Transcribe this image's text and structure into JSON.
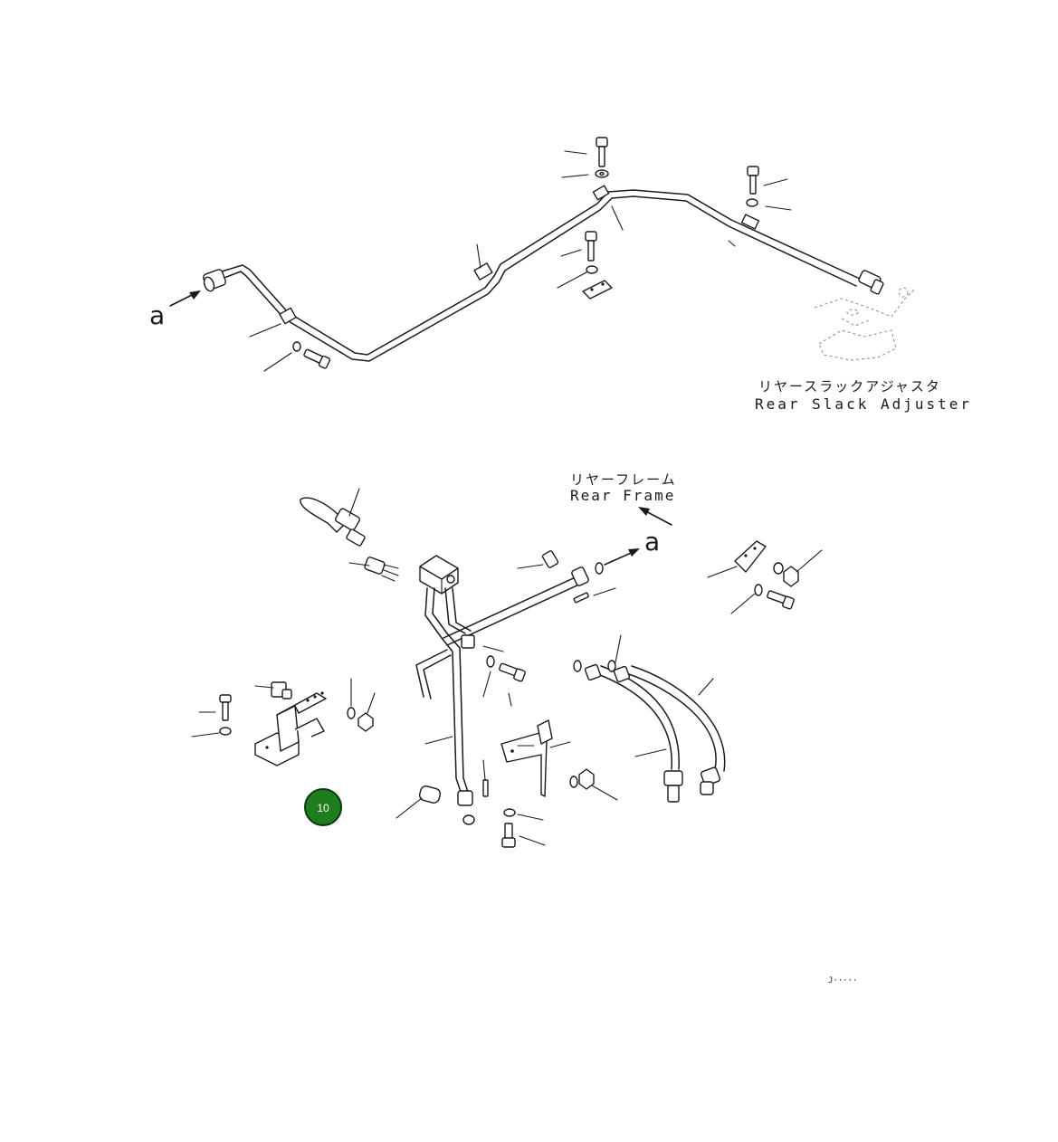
{
  "upper_assembly": {
    "arrow_ref": "a",
    "component_label_jp": "リヤースラックアジャスタ",
    "component_label_en": "Rear Slack Adjuster"
  },
  "lower_assembly": {
    "arrow_ref": "a",
    "frame_label_jp": "リヤーフレーム",
    "frame_label_en": "Rear Frame"
  },
  "callout_badge": {
    "number": "10",
    "color": "#1e7d1e",
    "border": "#0a3a0a"
  },
  "drawing_code": "J·····"
}
